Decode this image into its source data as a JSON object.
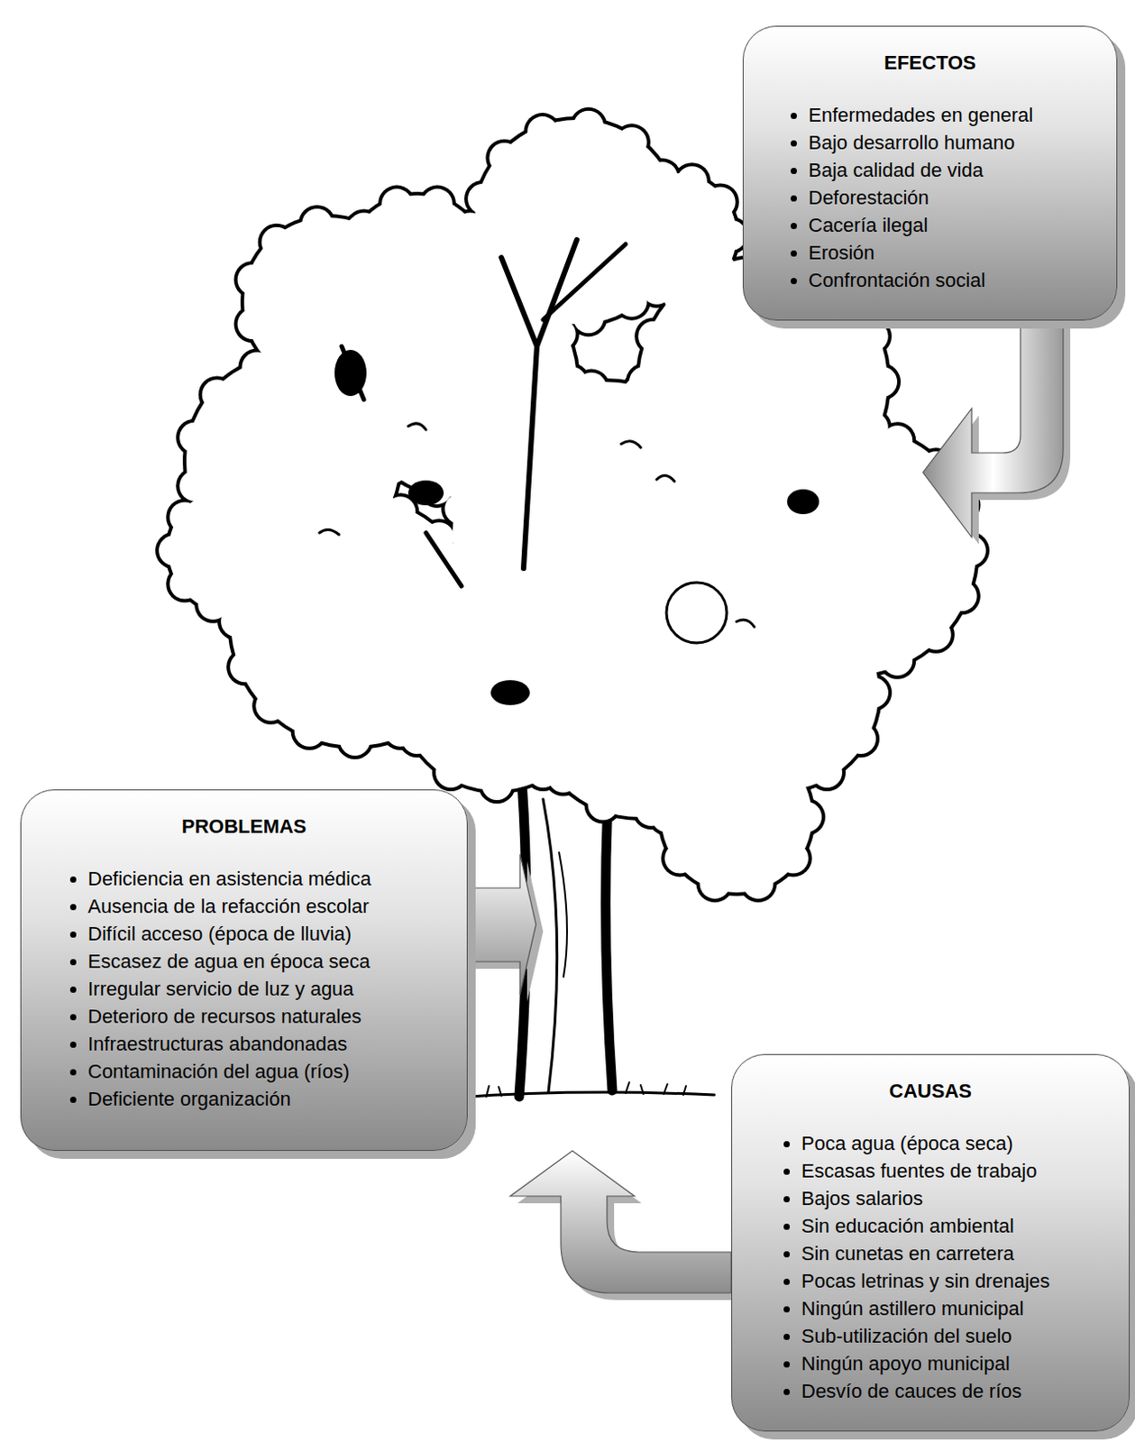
{
  "diagram": {
    "nodes": [
      {
        "text": [
          "EFECTOS",
          "Enfermedades en general",
          "Bajo desarrollo humano",
          "Baja calidad de vida",
          "Deforestación",
          "Cacería ilegal",
          "Erosión",
          "Confrontación social"
        ]
      },
      {
        "text": [
          "PROBLEMAS",
          "Deficiencia en asistencia médica",
          "Ausencia de la refacción escolar",
          "Difícil acceso (época de lluvia)",
          "Escasez de agua en época seca",
          "Irregular servicio de luz y agua",
          "Deterioro de recursos naturales",
          "Infraestructuras abandonadas",
          "Contaminación del agua (ríos)",
          "Deficiente organización"
        ]
      },
      {
        "text": [
          "CAUSAS",
          "Poca agua (época seca)",
          "Escasas fuentes de trabajo",
          "Bajos salarios",
          "Sin educación ambiental",
          "Sin cunetas en carretera",
          "Pocas letrinas y sin drenajes",
          "Ningún astillero municipal",
          "Sub-utilización del suelo",
          "Ningún apoyo municipal",
          "Desvío de cauces de ríos"
        ]
      }
    ]
  }
}
